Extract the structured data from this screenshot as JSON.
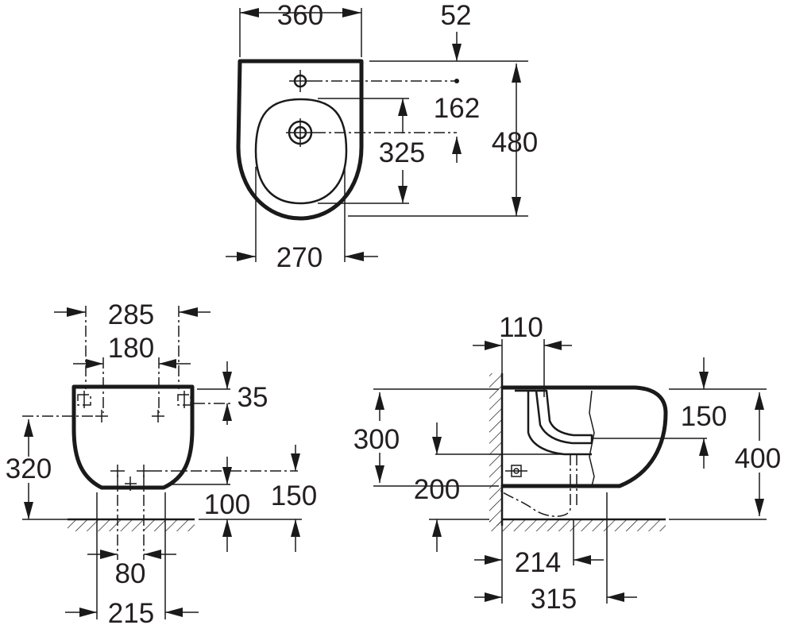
{
  "top_view": {
    "overall_width": "360",
    "tap_offset": "52",
    "tap_to_drain": "162",
    "basin_depth": "325",
    "overall_depth": "480",
    "basin_width": "270"
  },
  "front_view": {
    "outer_width": "285",
    "fixing_width": "180",
    "top_to_fixing": "35",
    "fixing_height": "320",
    "drain_spacing": "80",
    "bottom_to_drain": "100",
    "drain_height": "150",
    "base_width": "215"
  },
  "side_view": {
    "wall_offset": "110",
    "pan_height": "150",
    "fixing_height": "300",
    "overall_height": "400",
    "waste_height": "200",
    "waste_projection": "214",
    "projection": "315"
  }
}
